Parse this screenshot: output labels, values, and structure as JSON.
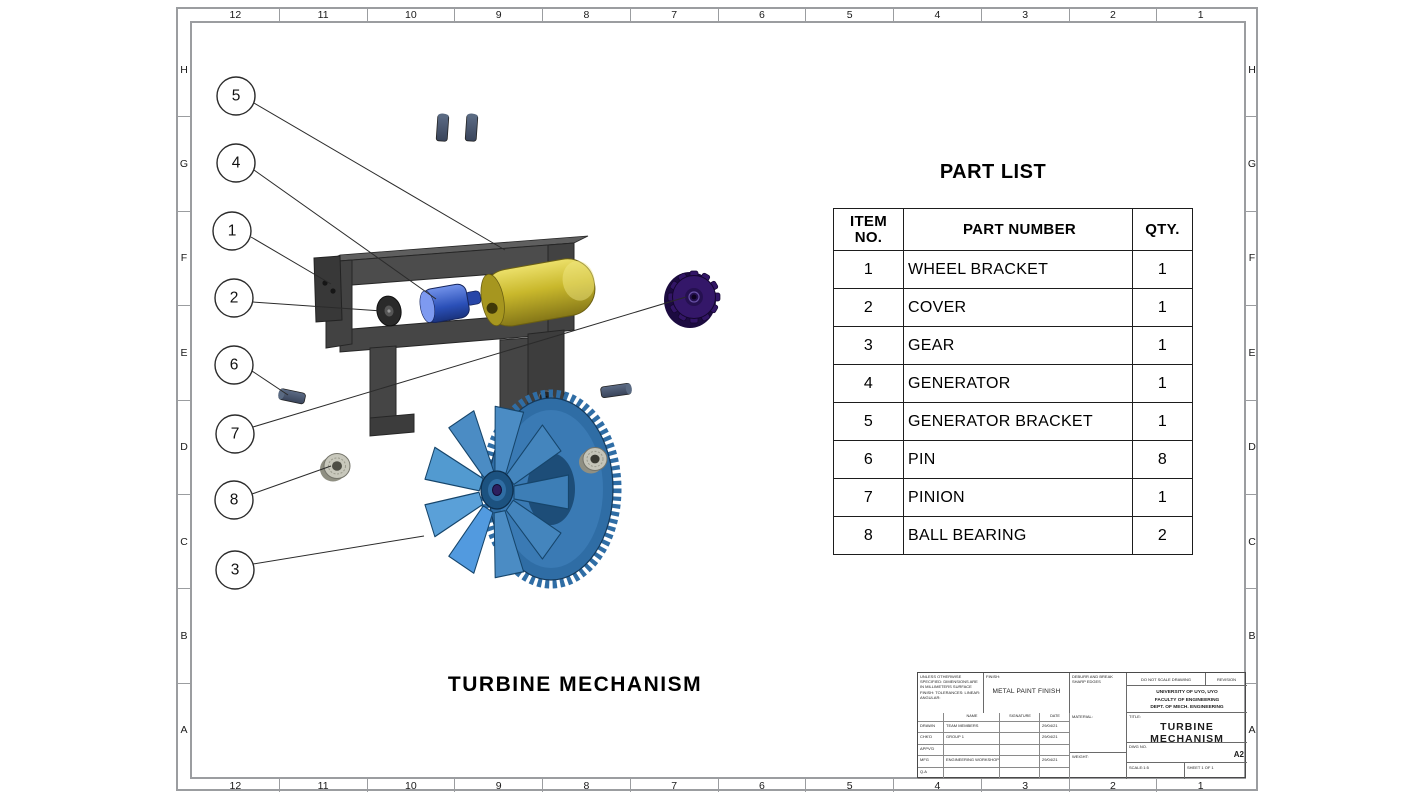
{
  "grid_refs": {
    "top": [
      "12",
      "11",
      "10",
      "9",
      "8",
      "7",
      "6",
      "5",
      "4",
      "3",
      "2",
      "1"
    ],
    "bottom": [
      "12",
      "11",
      "10",
      "9",
      "8",
      "7",
      "6",
      "5",
      "4",
      "3",
      "2",
      "1"
    ],
    "left": [
      "H",
      "G",
      "F",
      "E",
      "D",
      "C",
      "B",
      "A"
    ],
    "right": [
      "H",
      "G",
      "F",
      "E",
      "D",
      "C",
      "B",
      "A"
    ]
  },
  "view_title": "TURBINE MECHANISM",
  "balloons": [
    {
      "label": "5"
    },
    {
      "label": "4"
    },
    {
      "label": "1"
    },
    {
      "label": "2"
    },
    {
      "label": "6"
    },
    {
      "label": "7"
    },
    {
      "label": "8"
    },
    {
      "label": "3"
    }
  ],
  "part_list": {
    "title": "PART LIST",
    "headers": {
      "item": "ITEM\nNO.",
      "part": "PART NUMBER",
      "qty": "QTY."
    },
    "rows": [
      {
        "item": "1",
        "part": "WHEEL BRACKET",
        "qty": "1"
      },
      {
        "item": "2",
        "part": "COVER",
        "qty": "1"
      },
      {
        "item": "3",
        "part": "GEAR",
        "qty": "1"
      },
      {
        "item": "4",
        "part": "GENERATOR",
        "qty": "1"
      },
      {
        "item": "5",
        "part": "GENERATOR BRACKET",
        "qty": "1"
      },
      {
        "item": "6",
        "part": "PIN",
        "qty": "8"
      },
      {
        "item": "7",
        "part": "PINION",
        "qty": "1"
      },
      {
        "item": "8",
        "part": "BALL BEARING",
        "qty": "2"
      }
    ]
  },
  "title_block": {
    "tolerance_note": "UNLESS OTHERWISE SPECIFIED: DIMENSIONS ARE IN MILLIMETERS SURFACE FINISH: TOLERANCES: LINEAR: ANGULAR:",
    "finish_label": "FINISH:",
    "finish_value": "METAL PAINT FINISH",
    "deburr_note": "DEBURR AND BREAK SHARP EDGES",
    "do_not_scale": "DO NOT SCALE DRAWING",
    "revision_label": "REVISION",
    "org_line1": "UNIVERSITY OF UYO, UYO",
    "org_line2": "FACULTY OF ENGINEERING",
    "org_line3": "DEPT. OF MECH. ENGINEERING",
    "sig_headers": {
      "name": "NAME",
      "signature": "SIGNATURE",
      "date": "DATE"
    },
    "sig_rows": [
      {
        "role": "DRAWN",
        "name": "TEAM MEMBERS",
        "date": "29/04/21"
      },
      {
        "role": "CHK'D",
        "name": "GROUP 1",
        "date": "29/04/21"
      },
      {
        "role": "APPV'D",
        "name": "",
        "date": ""
      },
      {
        "role": "MFG",
        "name": "ENGINEERING WORKSHOP",
        "date": "29/04/21"
      },
      {
        "role": "Q.A",
        "name": "",
        "date": ""
      }
    ],
    "material_label": "MATERIAL:",
    "weight_label": "WEIGHT:",
    "title_label": "TITLE:",
    "title_line1": "TURBINE",
    "title_line2": "MECHANISM",
    "dwg_label": "DWG NO.",
    "size": "A2",
    "scale_label": "SCALE:1:5",
    "sheet_label": "SHEET 1 OF 1"
  },
  "colors": {
    "frame_gray": "#9b9da0",
    "wheel_bracket": "#454545",
    "generator_bracket": "#c9b82c",
    "generator": "#2b50b8",
    "cover": "#2a2a2a",
    "gear_turbine": "#2f6da5",
    "pinion": "#321566",
    "ball_bearing": "#c8c8bc",
    "pin": "#3e4a5e"
  }
}
